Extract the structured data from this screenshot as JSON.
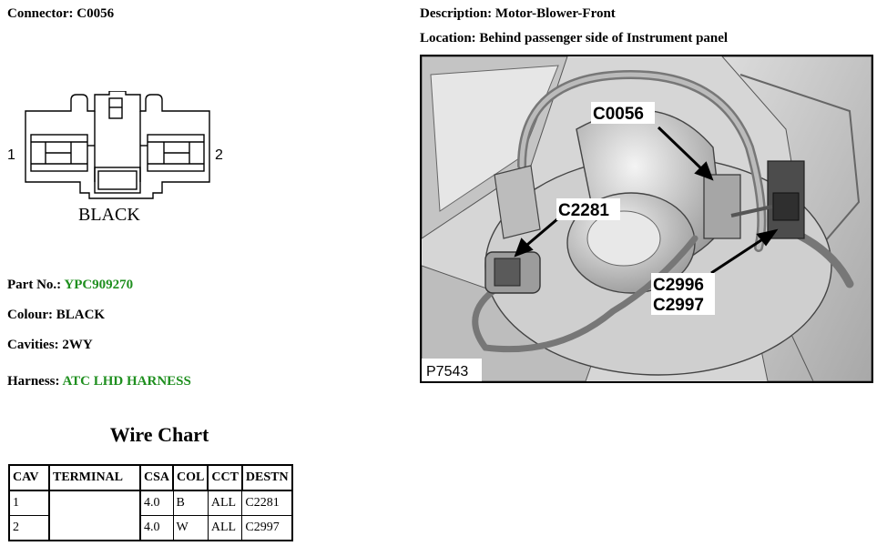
{
  "connector": {
    "label": "Connector:",
    "value": "C0056"
  },
  "description": {
    "label": "Description:",
    "value": "Motor-Blower-Front"
  },
  "location": {
    "label": "Location:",
    "value": "Behind passenger side of Instrument panel"
  },
  "diagram": {
    "pin_left": "1",
    "pin_right": "2",
    "colour_caption": "BLACK"
  },
  "part_no": {
    "label": "Part No.:",
    "value": "YPC909270"
  },
  "colour": {
    "label": "Colour:",
    "value": "BLACK"
  },
  "cavities": {
    "label": "Cavities:",
    "value": "2WY"
  },
  "harness": {
    "label": "Harness:",
    "value": "ATC LHD HARNESS"
  },
  "photo": {
    "callouts": [
      "C0056",
      "C2281",
      "C2996",
      "C2997"
    ],
    "image_id": "P7543"
  },
  "wire_chart": {
    "title": "Wire Chart",
    "headers": [
      "CAV",
      "TERMINAL",
      "CSA",
      "COL",
      "CCT",
      "DESTN"
    ],
    "rows": [
      {
        "cav": "1",
        "terminal": "",
        "csa": "4.0",
        "col": "B",
        "cct": "ALL",
        "destn": "C2281"
      },
      {
        "cav": "2",
        "terminal": "",
        "csa": "4.0",
        "col": "W",
        "cct": "ALL",
        "destn": "C2997"
      }
    ]
  },
  "colors": {
    "link_green": "#1f8f1f",
    "text": "#000000"
  }
}
